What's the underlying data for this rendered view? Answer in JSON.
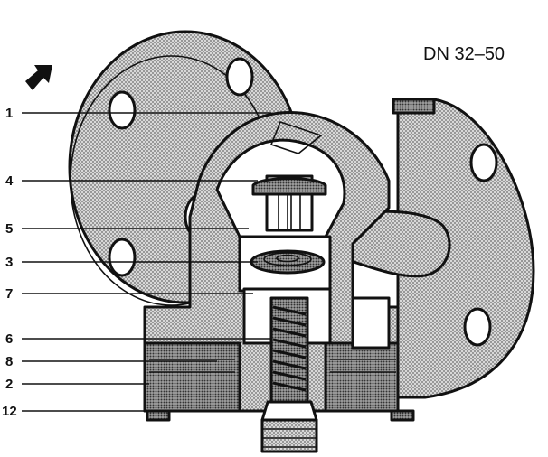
{
  "figure": {
    "size_label": "DN 32–50",
    "callouts": [
      "1",
      "4",
      "5",
      "3",
      "7",
      "6",
      "8",
      "2",
      "12"
    ],
    "flow_arrow_icon": "flow-direction-arrow-icon",
    "colors": {
      "ink": "#111111",
      "hatch": "#8a8a8a",
      "cut": "#ffffff"
    }
  }
}
